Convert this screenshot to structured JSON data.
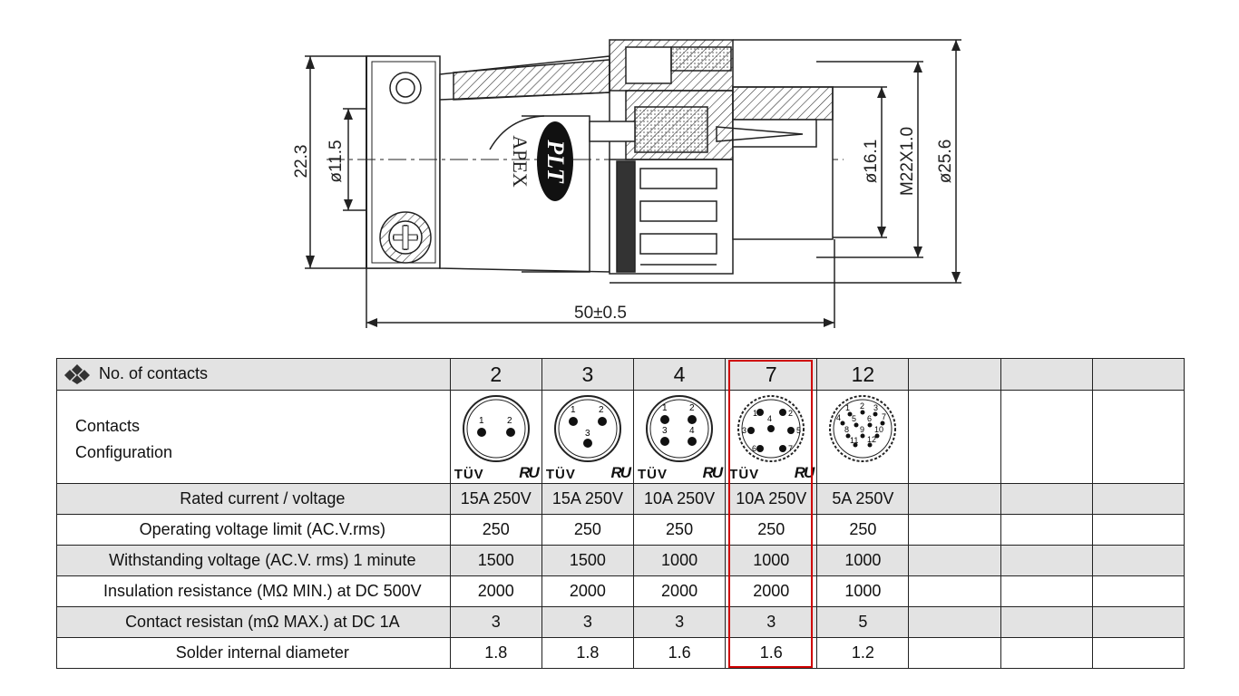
{
  "drawing": {
    "dim_height": "22.3",
    "dim_inner_dia": "ø11.5",
    "dim_length": "50±0.5",
    "dim_pin_dia": "ø16.1",
    "dim_thread": "M22X1.0",
    "dim_outer_dia": "ø25.6",
    "brand_text": "APEX",
    "logo_text": "PLT"
  },
  "table": {
    "header_label": "No. of contacts",
    "config_label_line1": "Contacts",
    "config_label_line2": "Configuration",
    "contacts": [
      "2",
      "3",
      "4",
      "7",
      "12"
    ],
    "cert_tuv": "TÜV",
    "cert_ul": "RU",
    "pin_labels": {
      "c2": [
        "1",
        "2"
      ],
      "c3": [
        "1",
        "2",
        "3"
      ],
      "c4": [
        "1",
        "2",
        "3",
        "4"
      ],
      "c7": [
        "1",
        "2",
        "3",
        "4",
        "5",
        "6",
        "7"
      ],
      "c12": [
        "1",
        "2",
        "3",
        "4",
        "5",
        "6",
        "7",
        "8",
        "9",
        "10",
        "11",
        "12"
      ]
    },
    "rows": [
      {
        "label": "Rated current / voltage",
        "values": [
          "15A 250V",
          "15A 250V",
          "10A 250V",
          "10A 250V",
          "5A 250V"
        ]
      },
      {
        "label": "Operating voltage limit (AC.V.rms)",
        "values": [
          "250",
          "250",
          "250",
          "250",
          "250"
        ]
      },
      {
        "label": "Withstanding voltage (AC.V. rms) 1 minute",
        "values": [
          "1500",
          "1500",
          "1000",
          "1000",
          "1000"
        ]
      },
      {
        "label": "Insulation resistance (MΩ MIN.) at DC 500V",
        "values": [
          "2000",
          "2000",
          "2000",
          "2000",
          "1000"
        ]
      },
      {
        "label": "Contact resistan (mΩ MAX.) at DC 1A",
        "values": [
          "3",
          "3",
          "3",
          "3",
          "5"
        ]
      },
      {
        "label": "Solder internal diameter",
        "values": [
          "1.8",
          "1.8",
          "1.6",
          "1.6",
          "1.2"
        ]
      }
    ],
    "highlight_color": "#d00000"
  }
}
